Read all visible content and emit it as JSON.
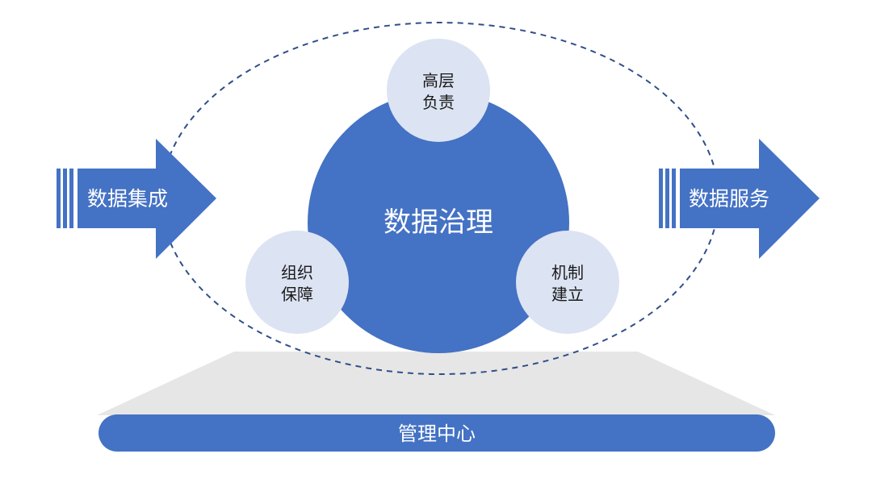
{
  "diagram": {
    "center_label": "数据治理",
    "top_circle": {
      "line1": "高层",
      "line2": "负责"
    },
    "left_circle": {
      "line1": "组织",
      "line2": "保障"
    },
    "right_circle": {
      "line1": "机制",
      "line2": "建立"
    },
    "left_arrow_label": "数据集成",
    "right_arrow_label": "数据服务",
    "base_label": "管理中心"
  },
  "colors": {
    "primary_blue": "#4472C4",
    "light_circle": "#DCE3F2",
    "platform_gray": "#E6E6E6",
    "dashed_outline": "#2F4F8A"
  }
}
